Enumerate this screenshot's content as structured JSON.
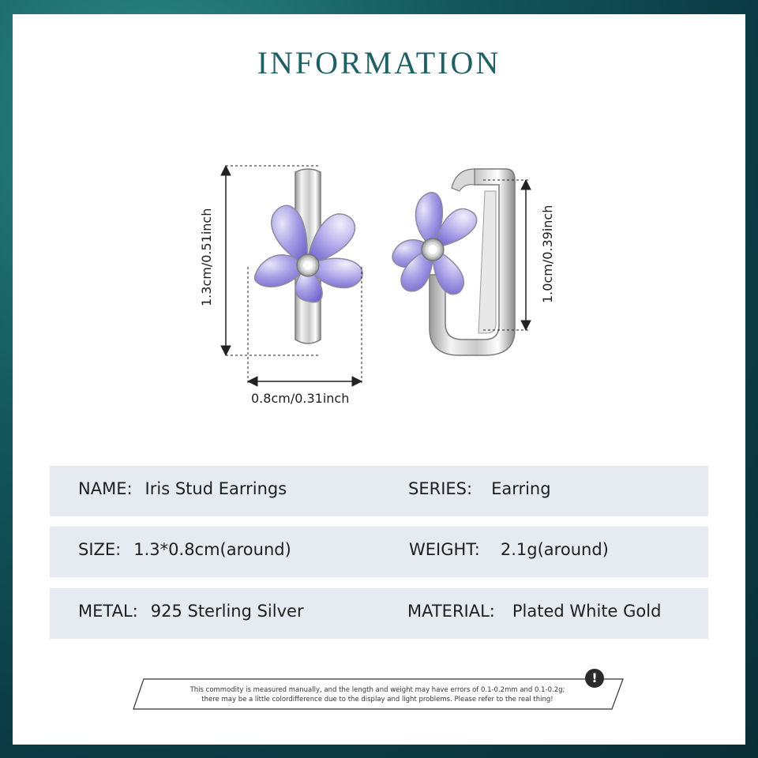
{
  "title": "INFORMATION",
  "dimensions": {
    "height_label": "1.3cm/0.51inch",
    "width_label": "0.8cm/0.31inch",
    "hoop_label": "1.0cm/0.39inch"
  },
  "specs": {
    "name_label": "NAME:",
    "name_value": "Iris Stud Earrings",
    "series_label": "SERIES:",
    "series_value": "Earring",
    "size_label": "SIZE:",
    "size_value": "1.3*0.8cm(around)",
    "weight_label": "WEIGHT:",
    "weight_value": "2.1g(around)",
    "metal_label": "METAL:",
    "metal_value": "925 Sterling Silver",
    "material_label": "MATERIAL:",
    "material_value": "Plated White Gold"
  },
  "disclaimer": {
    "line1": "This commodity is measured manually, and the length and weight may have errors of 0.1-0.2mm and 0.1-0.2g;",
    "line2": "there may be a little colordifference due to the display and light problems. Please refer to the real thing!",
    "icon_text": "!"
  },
  "colors": {
    "accent": "#1f5f66",
    "row_bg": "#e6ebf2",
    "petal": "#7b6fd0"
  }
}
